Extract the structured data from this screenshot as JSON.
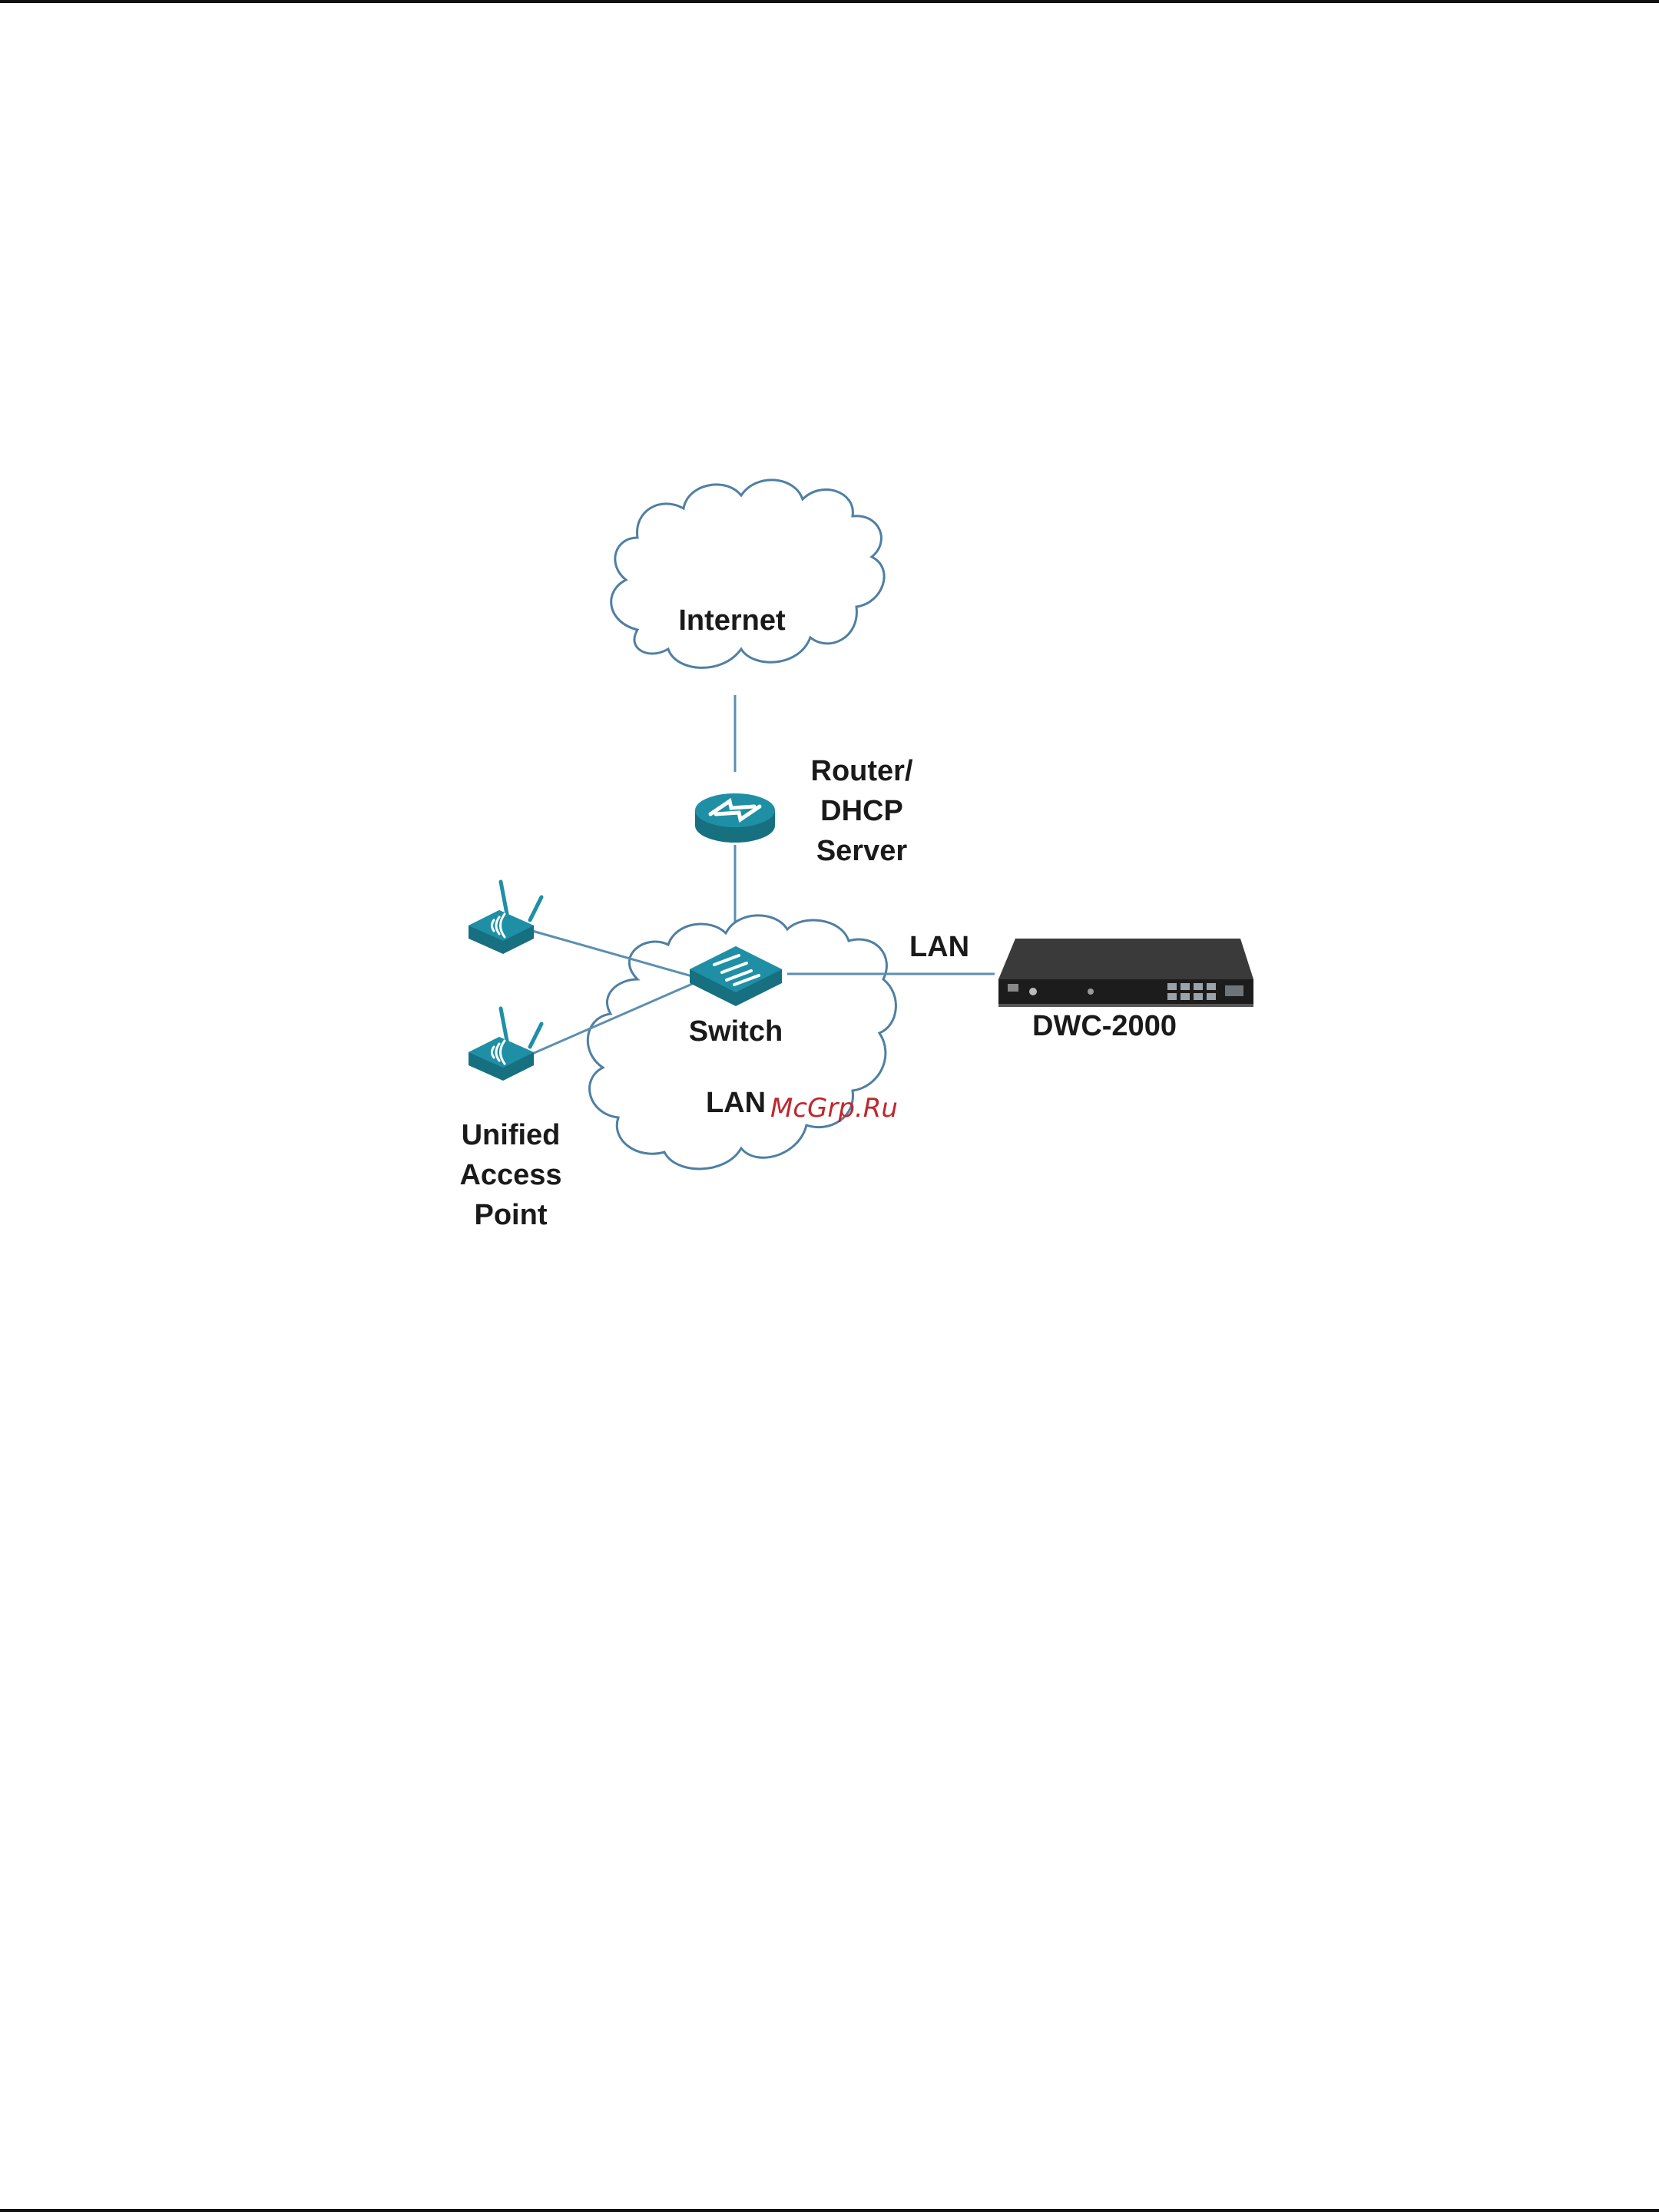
{
  "diagram": {
    "labels": {
      "internet": "Internet",
      "router_line1": "Router/",
      "router_line2": "DHCP",
      "router_line3": "Server",
      "switch": "Switch",
      "lan_link": "LAN",
      "lan_cloud": "LAN",
      "controller": "DWC-2000",
      "ap_line1": "Unified",
      "ap_line2": "Access",
      "ap_line3": "Point"
    },
    "watermark": "McGrp.Ru",
    "colors": {
      "device_teal": "#1f8fa6",
      "device_teal_dark": "#16707f",
      "line": "#5b8fb1",
      "cloud_stroke": "#4f7fa3",
      "watermark": "#c0272d",
      "controller_body": "#2b2b2b"
    },
    "icons": [
      "cloud-icon",
      "router-icon",
      "switch-icon",
      "access-point-icon",
      "controller-device-icon"
    ]
  }
}
